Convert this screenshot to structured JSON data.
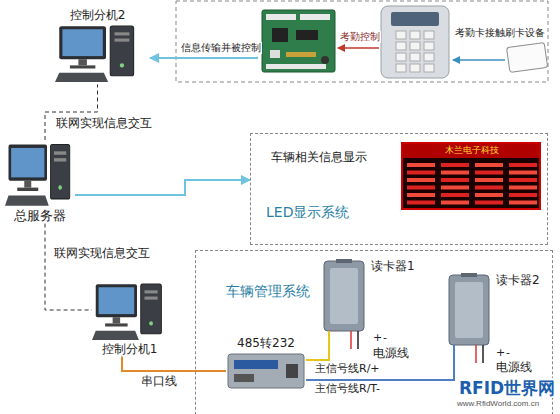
{
  "diagram": {
    "nodes": [
      {
        "text": [
          "控制分机2"
        ]
      },
      {
        "text": [
          "总服务器"
        ]
      },
      {
        "text": [
          "车辆相关信息显示",
          "LED显示系统"
        ]
      },
      {
        "text": [
          "控制分机1"
        ]
      },
      {
        "text": [
          "车辆管理系统"
        ]
      },
      {
        "text": [
          "读卡器1"
        ],
        "in": 4
      },
      {
        "text": [
          "读卡器2"
        ],
        "in": 4
      },
      {
        "text": [
          "485转232"
        ],
        "in": 4
      }
    ],
    "edges": [
      {
        "from": 1,
        "to": 0,
        "arrow": "none",
        "label": "联网实现信息交互"
      },
      {
        "from": 1,
        "to": 3,
        "arrow": "none",
        "label": "联网实现信息交互"
      },
      {
        "from": 1,
        "to": 2,
        "arrow": "to"
      },
      {
        "from": 3,
        "to": 7,
        "arrow": "none",
        "label": "串口线"
      },
      {
        "from": 7,
        "to": 5,
        "arrow": "none",
        "label": "主信号线R/+"
      },
      {
        "from": 7,
        "to": 6,
        "arrow": "none",
        "label": "主信号线R/T-"
      }
    ],
    "labels": [
      "信息传输并被控制",
      "考勤控制",
      "考勤卡接触刷卡设备",
      "木兰电子科技",
      "+",
      "-",
      "电源线",
      "+",
      "-",
      "电源线",
      "RFID世界网",
      "www.RfidWorld.com.cn"
    ]
  }
}
